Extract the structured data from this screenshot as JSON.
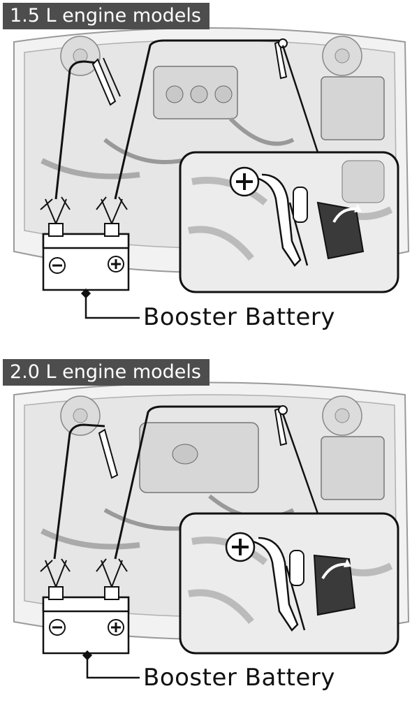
{
  "sections": [
    {
      "heading": "1.5 L engine models",
      "callout": "Booster Battery"
    },
    {
      "heading": "2.0 L engine models",
      "callout": "Booster Battery"
    }
  ],
  "symbols": {
    "positive": "+",
    "negative": "−"
  },
  "icons": [
    "plus-terminal-icon",
    "minus-terminal-icon",
    "curved-arrow-icon",
    "clamp-icon"
  ],
  "colors": {
    "heading_bg": "#4d4d4d",
    "heading_text": "#ffffff",
    "line": "#111111",
    "engine_shading": "#e8e8e8"
  }
}
